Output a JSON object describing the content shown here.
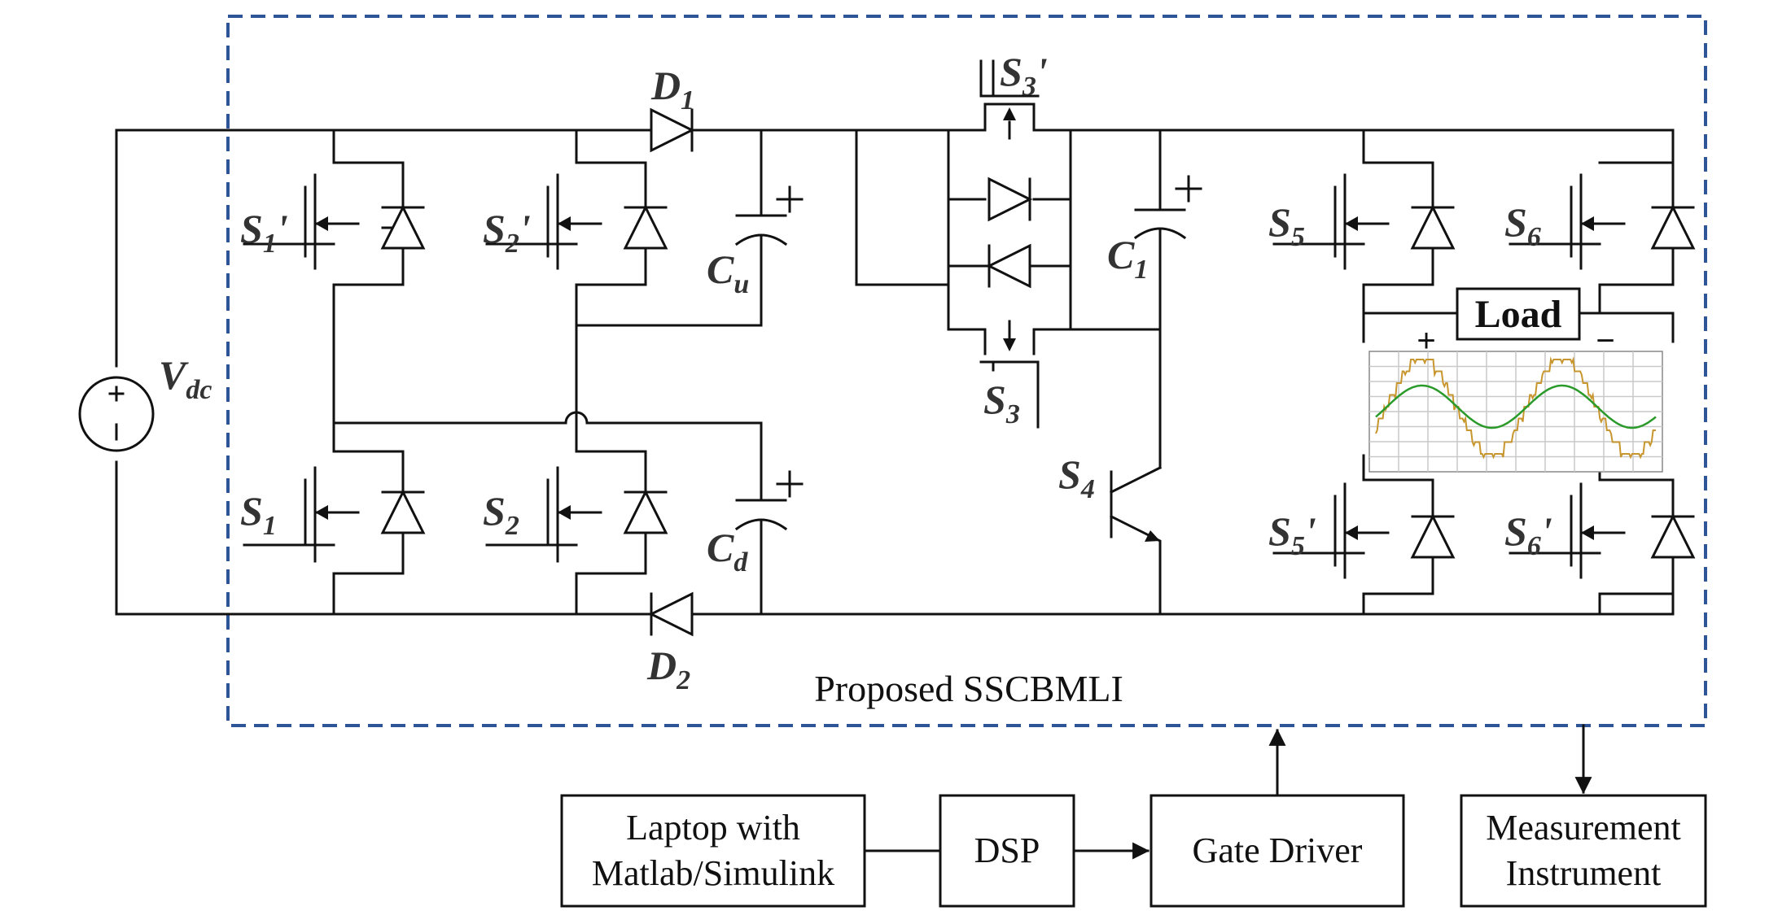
{
  "components": {
    "source": "V",
    "source_sub": "dc",
    "switches": [
      {
        "id": "s1p",
        "main": "S",
        "sub": "1",
        "prime": "'"
      },
      {
        "id": "s2p",
        "main": "S",
        "sub": "2",
        "prime": "'"
      },
      {
        "id": "s1",
        "main": "S",
        "sub": "1",
        "prime": ""
      },
      {
        "id": "s2",
        "main": "S",
        "sub": "2",
        "prime": ""
      },
      {
        "id": "s3p",
        "main": "S",
        "sub": "3",
        "prime": "'"
      },
      {
        "id": "s3",
        "main": "S",
        "sub": "3",
        "prime": ""
      },
      {
        "id": "s4",
        "main": "S",
        "sub": "4",
        "prime": ""
      },
      {
        "id": "s5",
        "main": "S",
        "sub": "5",
        "prime": ""
      },
      {
        "id": "s6",
        "main": "S",
        "sub": "6",
        "prime": ""
      },
      {
        "id": "s5p",
        "main": "S",
        "sub": "5",
        "prime": "'"
      },
      {
        "id": "s6p",
        "main": "S",
        "sub": "6",
        "prime": "'"
      }
    ],
    "diodes": [
      {
        "main": "D",
        "sub": "1"
      },
      {
        "main": "D",
        "sub": "2"
      }
    ],
    "capacitors": [
      {
        "main": "C",
        "sub": "u"
      },
      {
        "main": "C",
        "sub": "d"
      },
      {
        "main": "C",
        "sub": "1"
      }
    ],
    "load_label": "Load",
    "plus_sign": "+",
    "minus_sign": "−"
  },
  "enclosure_label": "Proposed SSCBMLI",
  "blocks": {
    "laptop_line1": "Laptop with",
    "laptop_line2": "Matlab/Simulink",
    "dsp": "DSP",
    "gate_driver": "Gate Driver",
    "measurement_line1": "Measurement",
    "measurement_line2": "Instrument"
  },
  "colors": {
    "enclosure": "#2e5597",
    "wire": "#111111",
    "waveform_stepped": "#c8962e",
    "waveform_sine": "#2a9a2a"
  }
}
